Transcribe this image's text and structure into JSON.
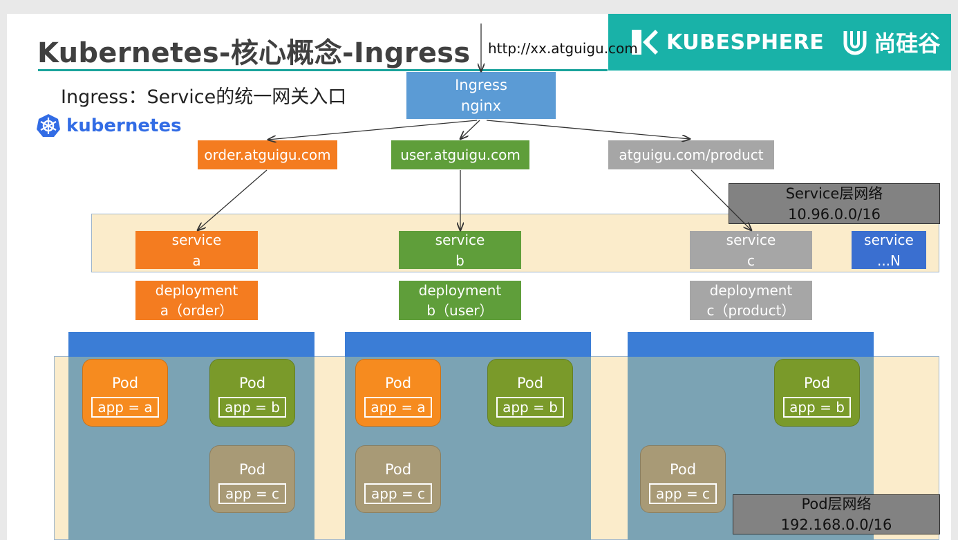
{
  "title": "Kubernetes-核心概念-Ingress",
  "subtitle": "Ingress：Service的统一网关入口",
  "brand": {
    "kubesphere": "KUBESPHERE",
    "sgg": "尚硅谷",
    "kubernetes": "kubernetes"
  },
  "url": "http://xx.atguigu.com",
  "ingress": {
    "line1": "Ingress",
    "line2": "nginx"
  },
  "routes": [
    "order.atguigu.com",
    "user.atguigu.com",
    "atguigu.com/product"
  ],
  "service_net": {
    "line1": "Service层网络",
    "line2": "10.96.0.0/16"
  },
  "pod_net": {
    "line1": "Pod层网络",
    "line2": "192.168.0.0/16"
  },
  "services": [
    {
      "line1": "service",
      "line2": "a"
    },
    {
      "line1": "service",
      "line2": "b"
    },
    {
      "line1": "service",
      "line2": "c"
    },
    {
      "line1": "service",
      "line2": "...N"
    }
  ],
  "deployments": [
    {
      "line1": "deployment",
      "line2": "a（order）"
    },
    {
      "line1": "deployment",
      "line2": "b（user）"
    },
    {
      "line1": "deployment",
      "line2": "c（product）"
    }
  ],
  "pods": {
    "name": "Pod",
    "label_a": "app = a",
    "label_b": "app = b",
    "label_c": "app = c"
  },
  "colors": {
    "teal": "#19b2a8",
    "ingress_blue": "#5b9bd5",
    "orange": "#f47c20",
    "green": "#5f9e3a",
    "gray": "#a6a6a6",
    "node_blue": "#3b7dd6"
  }
}
